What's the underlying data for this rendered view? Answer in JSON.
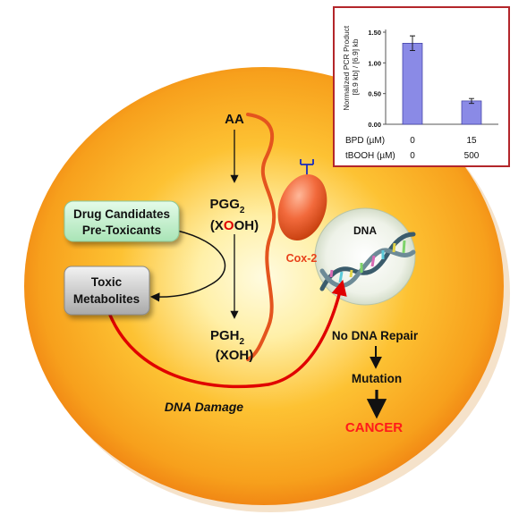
{
  "diagram": {
    "arachidonic_acid": "AA",
    "pgg2": {
      "base": "PGG",
      "sub": "2"
    },
    "pgg2_formula": {
      "open": "(X",
      "highlight": "O",
      "rest": "OH)"
    },
    "pgh2": {
      "base": "PGH",
      "sub": "2"
    },
    "pgh2_formula": "(XOH)",
    "enzyme": "Cox-2",
    "drug_box": {
      "line1": "Drug Candidates",
      "line2": "Pre-Toxicants"
    },
    "toxic_box": {
      "line1": "Toxic",
      "line2": "Metabolites"
    },
    "dna_label": "DNA",
    "dna_damage": "DNA Damage",
    "no_repair": "No DNA Repair",
    "mutation": "Mutation",
    "cancer": "CANCER",
    "colors": {
      "cell_core": "#fff7c8",
      "cell_mid": "#fdb81e",
      "cell_edge": "#f07f12",
      "cox_red": "#e8401a",
      "cancer_red": "#ff1a1a",
      "drug_box": "#bfeecb",
      "toxic_box": "#cfcfcf"
    }
  },
  "chart_data": {
    "type": "bar",
    "ylabel": "Normalized PCR Product\n[8.9 kb] / [6.9] kb",
    "ylim": [
      0,
      1.5
    ],
    "yticks": [
      "0.00",
      "0.50",
      "1.00",
      "1.50"
    ],
    "categories": [
      "0|0",
      "15|500"
    ],
    "row_labels": [
      "BPD (µM)",
      "tBOOH (µM)"
    ],
    "bpd_values": [
      "0",
      "15"
    ],
    "tbooh_values": [
      "0",
      "500"
    ],
    "values": [
      1.32,
      0.38
    ],
    "errors": [
      0.12,
      0.04
    ],
    "bar_color": "#8a8ae6",
    "grid": false
  }
}
